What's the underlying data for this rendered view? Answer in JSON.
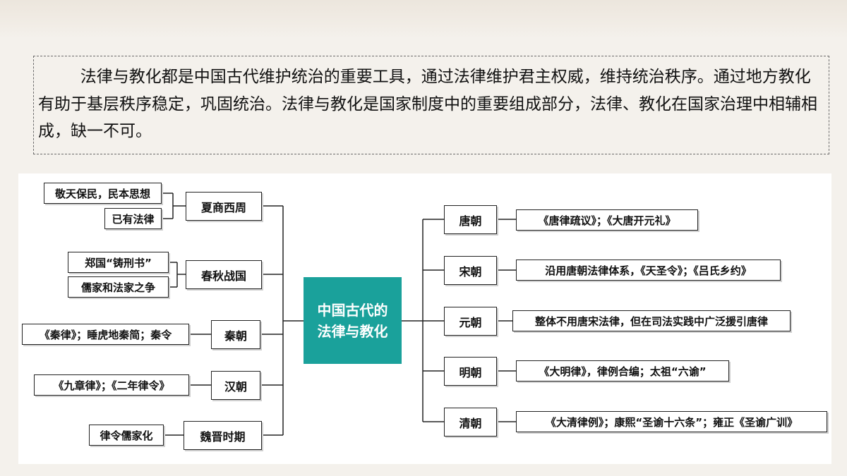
{
  "intro": {
    "text": "法律与教化都是中国古代维护统治的重要工具，通过法律维护君主权威，维持统治秩序。通过地方教化有助于基层秩序稳定，巩固统治。法律与教化是国家制度中的重要组成部分，法律、教化在国家治理中相辅相成，缺一不可。"
  },
  "center": {
    "label": "中国古代的法律与教化"
  },
  "left": [
    {
      "period": "夏商西周",
      "items": [
        "敬天保民，民本思想",
        "已有法律"
      ]
    },
    {
      "period": "春秋战国",
      "items": [
        "郑国“铸刑书”",
        "儒家和法家之争"
      ]
    },
    {
      "period": "秦朝",
      "items": [
        "《秦律》；睡虎地秦简；秦令"
      ]
    },
    {
      "period": "汉朝",
      "items": [
        "《九章律》；《二年律令》"
      ]
    },
    {
      "period": "魏晋时期",
      "items": [
        "律令儒家化"
      ]
    }
  ],
  "right": [
    {
      "dynasty": "唐朝",
      "detail": "《唐律疏议》；《大唐开元礼》"
    },
    {
      "dynasty": "宋朝",
      "detail": "沿用唐朝法律体系，《天圣令》；《吕氏乡约》"
    },
    {
      "dynasty": "元朝",
      "detail": "整体不用唐宋法律，但在司法实践中广泛援引唐律"
    },
    {
      "dynasty": "明朝",
      "detail": "《大明律》，律例合编；太祖“六谕”"
    },
    {
      "dynasty": "清朝",
      "detail": "《大清律例》；康熙“圣谕十六条”；雍正《圣谕广训》"
    }
  ]
}
